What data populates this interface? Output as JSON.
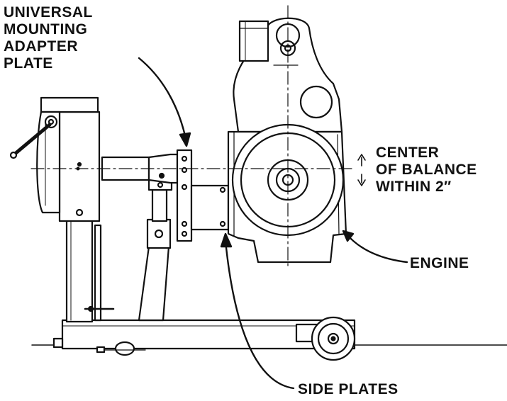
{
  "labels": {
    "adapter_plate": [
      "UNIVERSAL",
      "MOUNTING",
      "ADAPTER",
      "PLATE"
    ],
    "center_of_balance": [
      "CENTER",
      "OF BALANCE",
      "WITHIN 2″"
    ],
    "engine": "ENGINE",
    "side_plates": "SIDE PLATES"
  },
  "colors": {
    "ink": "#111111",
    "paper": "#ffffff"
  }
}
